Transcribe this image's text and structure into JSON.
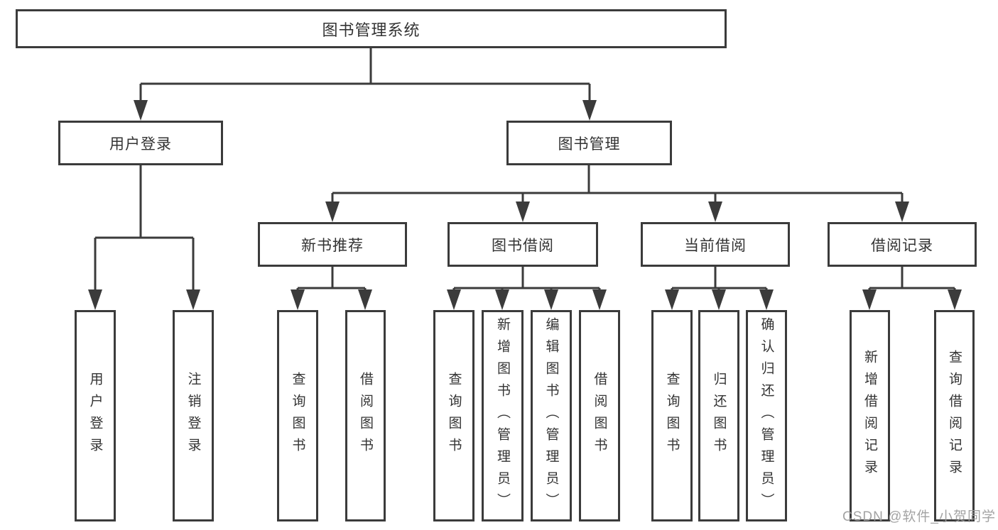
{
  "tree": {
    "root": {
      "label": "图书管理系统"
    },
    "branches": [
      {
        "label": "用户登录",
        "children": [
          {
            "label": "用户登录"
          },
          {
            "label": "注销登录"
          }
        ]
      },
      {
        "label": "图书管理",
        "children": [
          {
            "label": "新书推荐",
            "children": [
              {
                "label": "查询图书"
              },
              {
                "label": "借阅图书"
              }
            ]
          },
          {
            "label": "图书借阅",
            "children": [
              {
                "label": "查询图书"
              },
              {
                "label": "新增图书（管理员）"
              },
              {
                "label": "编辑图书（管理员）"
              },
              {
                "label": "借阅图书"
              }
            ]
          },
          {
            "label": "当前借阅",
            "children": [
              {
                "label": "查询图书"
              },
              {
                "label": "归还图书"
              },
              {
                "label": "确认归还（管理员）"
              }
            ]
          },
          {
            "label": "借阅记录",
            "children": [
              {
                "label": "新增借阅记录"
              },
              {
                "label": "查询借阅记录"
              }
            ]
          }
        ]
      }
    ]
  },
  "watermark": {
    "text": "CSDN @软件_小贺同学"
  },
  "colors": {
    "line": "#3b3b3b",
    "box_border": "#3b3b3b",
    "text": "#333333",
    "watermark": "#9c9c9c",
    "background": "#ffffff"
  }
}
